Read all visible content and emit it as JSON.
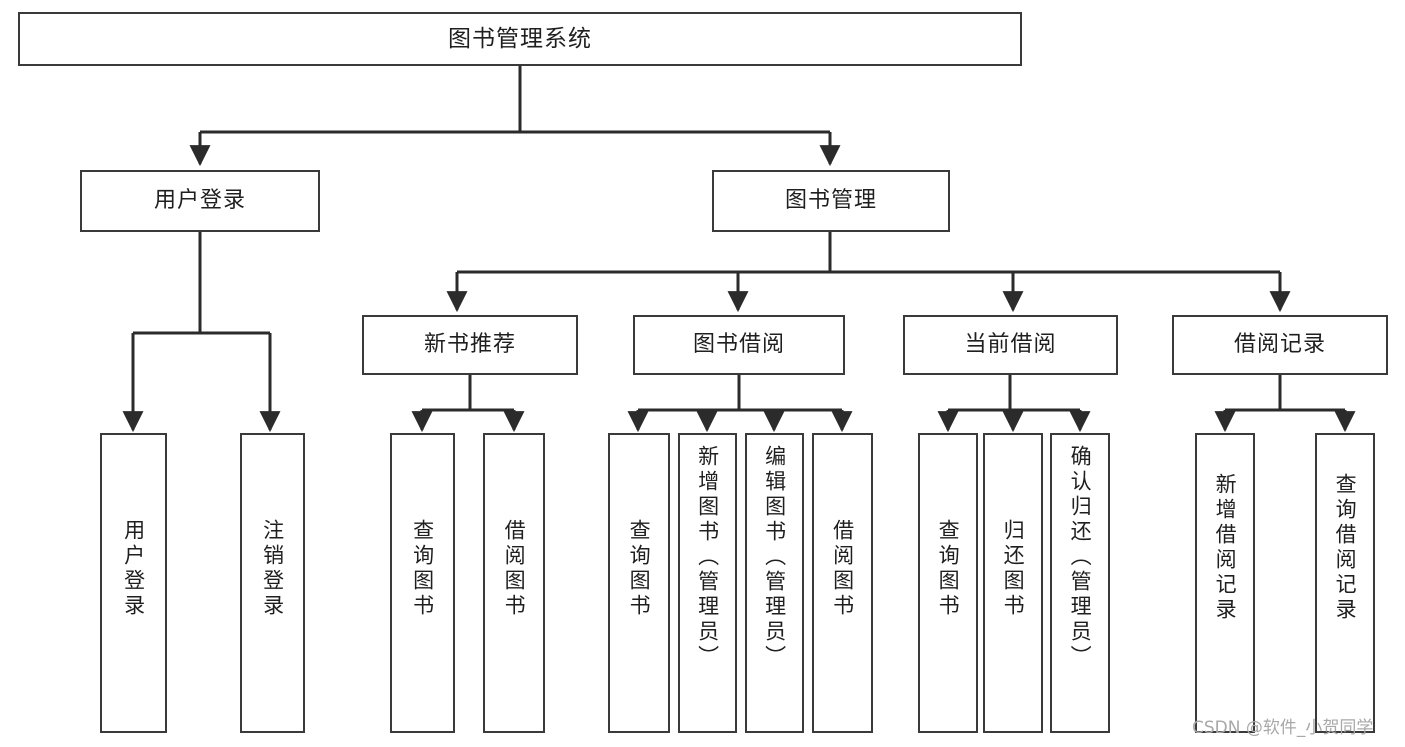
{
  "diagram": {
    "title": "图书管理系统",
    "type": "tree",
    "watermark": "CSDN @软件_小贺同学",
    "colors": {
      "border": "#3a3a3a",
      "background": "#ffffff",
      "text": "#1f1f1f",
      "edge": "#2b2b2b",
      "watermark": "#a8a8a8"
    },
    "nodes": {
      "root": {
        "label": "图书管理系统"
      },
      "user_login": {
        "label": "用户登录"
      },
      "book_manage": {
        "label": "图书管理"
      },
      "new_book_rec": {
        "label": "新书推荐"
      },
      "book_borrow": {
        "label": "图书借阅"
      },
      "current_borrow": {
        "label": "当前借阅"
      },
      "borrow_record": {
        "label": "借阅记录"
      },
      "leaf_user_login": {
        "label": "用户登录"
      },
      "leaf_logout": {
        "label": "注销登录"
      },
      "leaf_query_book_a": {
        "label": "查询图书"
      },
      "leaf_borrow_book_a": {
        "label": "借阅图书"
      },
      "leaf_query_book_b": {
        "label": "查询图书"
      },
      "leaf_add_book": {
        "label": "新增图书（管理员）"
      },
      "leaf_edit_book": {
        "label": "编辑图书（管理员）"
      },
      "leaf_borrow_book_b": {
        "label": "借阅图书"
      },
      "leaf_query_book_c": {
        "label": "查询图书"
      },
      "leaf_return_book": {
        "label": "归还图书"
      },
      "leaf_confirm_return": {
        "label": "确认归还（管理员）"
      },
      "leaf_add_record": {
        "label": "新增借阅记录"
      },
      "leaf_query_record": {
        "label": "查询借阅记录"
      }
    }
  }
}
